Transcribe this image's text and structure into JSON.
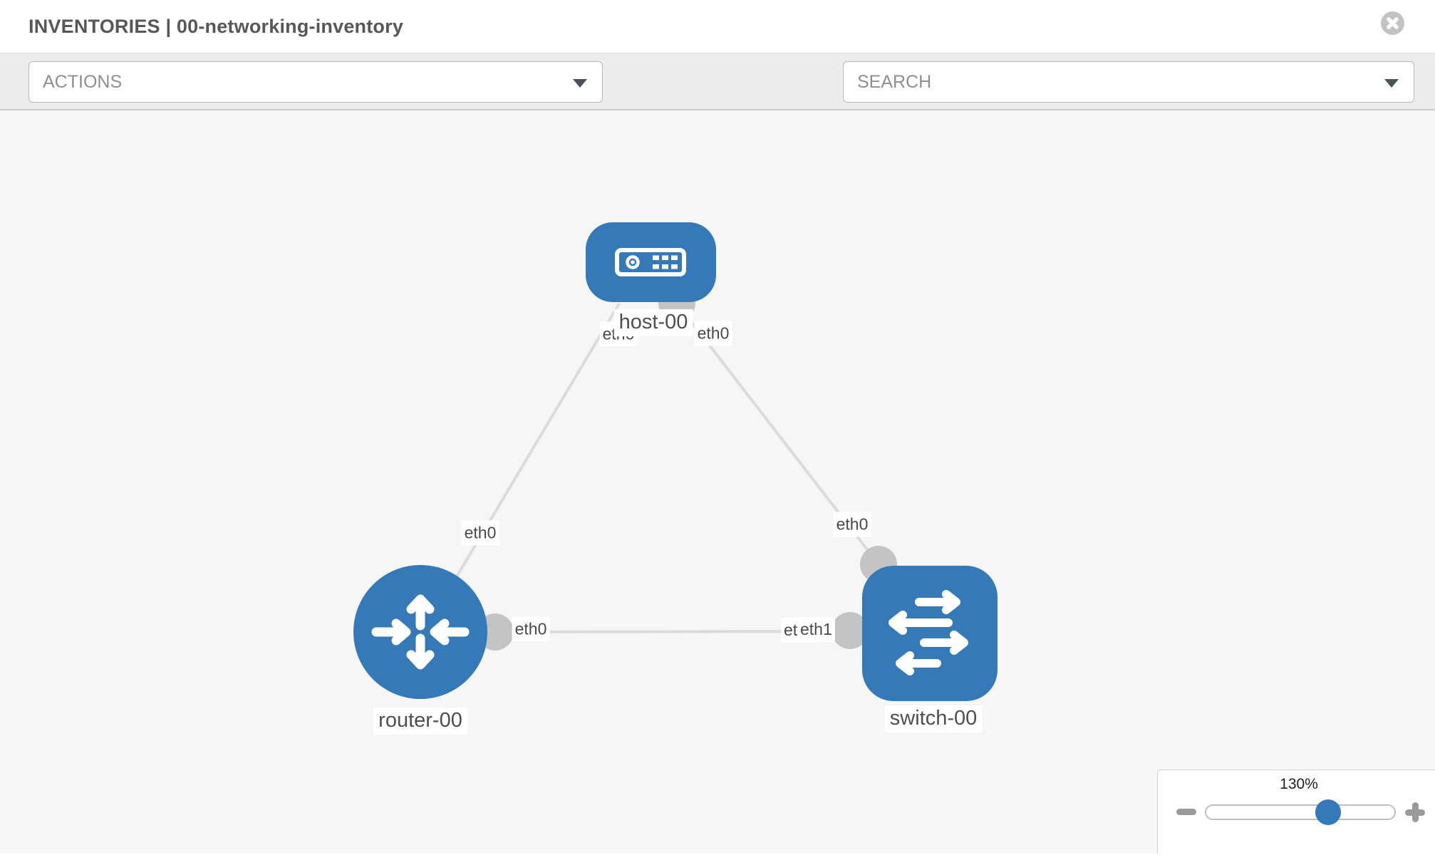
{
  "header": {
    "title": "INVENTORIES | 00-networking-inventory"
  },
  "toolbar": {
    "actions_label": "ACTIONS",
    "search_label": "SEARCH"
  },
  "icons": {
    "close": "circled-x",
    "wrench": "wrench",
    "key": "key",
    "dropdown": "caret-down",
    "zoom_out": "minus",
    "zoom_in": "plus"
  },
  "colors": {
    "node_blue": "#3579b8",
    "link_gray": "#dbdbdb",
    "endpoint_gray": "#c4c4c4",
    "canvas_bg": "#f6f6f6",
    "toolbar_bg": "#ececec"
  },
  "diagram": {
    "nodes": [
      {
        "id": "host-00",
        "type": "host",
        "label": "host-00"
      },
      {
        "id": "router-00",
        "type": "router",
        "label": "router-00"
      },
      {
        "id": "switch-00",
        "type": "switch",
        "label": "switch-00"
      }
    ],
    "links": [
      {
        "from": "host-00",
        "to": "router-00",
        "labels": [
          "eth0",
          "eth0"
        ]
      },
      {
        "from": "host-00",
        "to": "switch-00",
        "labels": [
          "eth0",
          "eth0"
        ]
      },
      {
        "from": "router-00",
        "to": "switch-00",
        "labels": [
          "eth0",
          "eth0",
          "eth1"
        ]
      }
    ]
  },
  "zoom_control": {
    "value": "130%"
  }
}
